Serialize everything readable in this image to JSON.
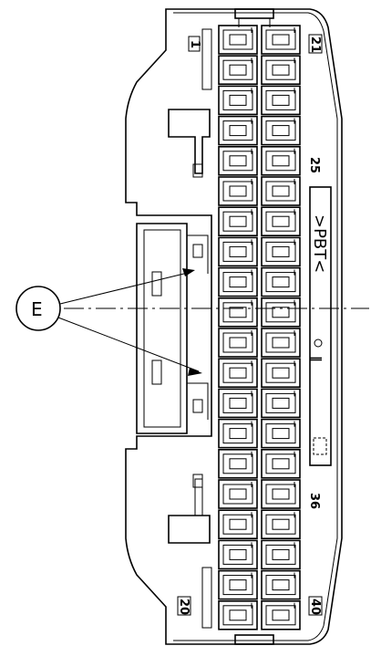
{
  "callout": {
    "letter": "E"
  },
  "pin_labels": {
    "top_left": "1",
    "top_right": "21",
    "right_mid_upper": "25",
    "right_mid_lower": "36",
    "bottom_left": "20",
    "bottom_right": "40"
  },
  "material_marking": ">PBT<",
  "side_mark": "‖",
  "colors": {
    "line": "#000000",
    "background": "#ffffff"
  }
}
